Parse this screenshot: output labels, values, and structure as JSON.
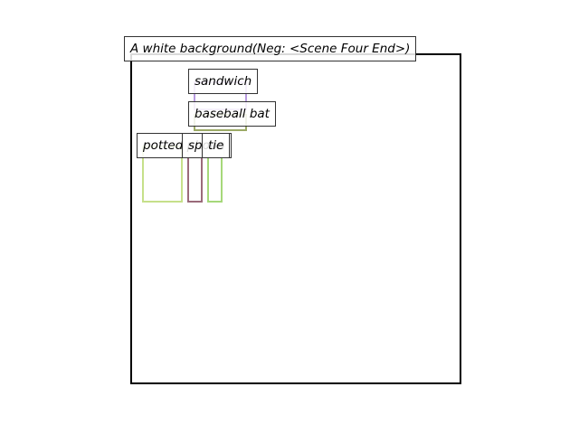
{
  "caption": "A white background(Neg: <Scene Four End>)",
  "objects": [
    {
      "label": "sandwich",
      "color": "#b89ae0"
    },
    {
      "label": "baseball bat",
      "color": "#9caa66"
    },
    {
      "label": "potted plant",
      "color": "#c6e08a"
    },
    {
      "label": "spoon",
      "color": "#9a6a7a"
    },
    {
      "label": "tie",
      "color": "#a6d87a"
    }
  ]
}
